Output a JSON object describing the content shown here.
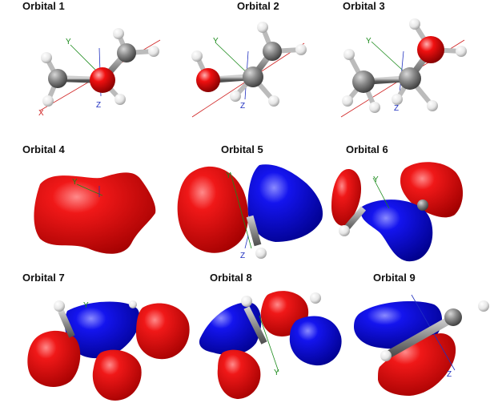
{
  "panels": [
    {
      "title": "Orbital 1"
    },
    {
      "title": "Orbital 2"
    },
    {
      "title": "Orbital 3"
    },
    {
      "title": "Orbital 4"
    },
    {
      "title": "Orbital 5"
    },
    {
      "title": "Orbital 6"
    },
    {
      "title": "Orbital 7"
    },
    {
      "title": "Orbital 8"
    },
    {
      "title": "Orbital 9"
    }
  ],
  "axes": {
    "x": "X",
    "y": "Y",
    "z": "Z"
  },
  "colors": {
    "positive_lobe": "#e80000",
    "negative_lobe": "#0a00e0",
    "carbon": "#808080",
    "oxygen": "#e00000",
    "hydrogen": "#ececec",
    "x_axis": "#d02020",
    "y_axis": "#1a8a1a",
    "z_axis": "#2030c0"
  }
}
